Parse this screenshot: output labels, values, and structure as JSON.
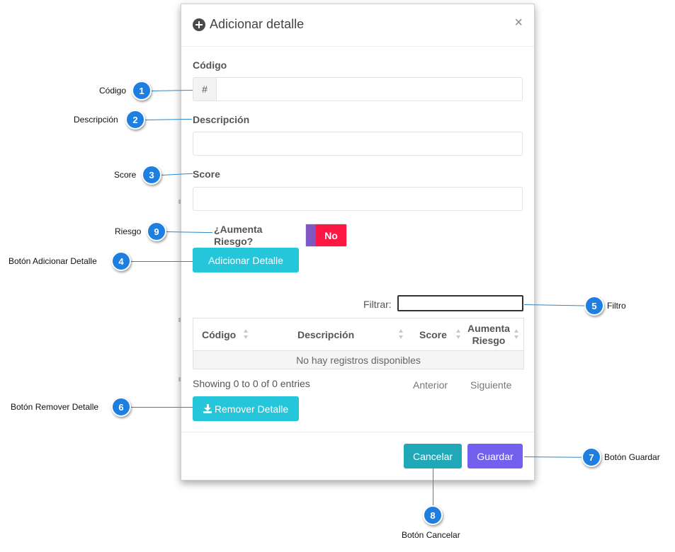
{
  "modal": {
    "title": "Adicionar detalle",
    "close_label": "×"
  },
  "form": {
    "codigo_label": "Código",
    "codigo_addon": "#",
    "codigo_value": "",
    "descripcion_label": "Descripción",
    "descripcion_value": "",
    "score_label": "Score",
    "score_value": "",
    "riesgo_label": "¿Aumenta Riesgo?",
    "riesgo_toggle": "No",
    "add_button": "Adicionar Detalle"
  },
  "table": {
    "filter_label": "Filtrar:",
    "filter_value": "",
    "columns": [
      "Código",
      "Descripción",
      "Score",
      "Aumenta Riesgo"
    ],
    "empty_text": "No hay registros disponibles",
    "info": "Showing 0 to 0 of 0 entries",
    "prev": "Anterior",
    "next": "Siguiente"
  },
  "remove_button": "Remover Detalle",
  "footer": {
    "cancel": "Cancelar",
    "save": "Guardar"
  },
  "callouts": [
    {
      "num": "1",
      "label": "Código"
    },
    {
      "num": "2",
      "label": "Descripción"
    },
    {
      "num": "3",
      "label": "Score"
    },
    {
      "num": "9",
      "label": "Riesgo"
    },
    {
      "num": "4",
      "label": "Botón  Adicionar Detalle"
    },
    {
      "num": "5",
      "label": "Filtro"
    },
    {
      "num": "6",
      "label": "Botón  Remover Detalle"
    },
    {
      "num": "7",
      "label": "Botón Guardar"
    },
    {
      "num": "8",
      "label": "Botón Cancelar"
    }
  ],
  "colors": {
    "teal": "#26c6da",
    "purple": "#7460ee",
    "toggle_red": "#ff1744",
    "badge_blue": "#1e7fe0"
  }
}
